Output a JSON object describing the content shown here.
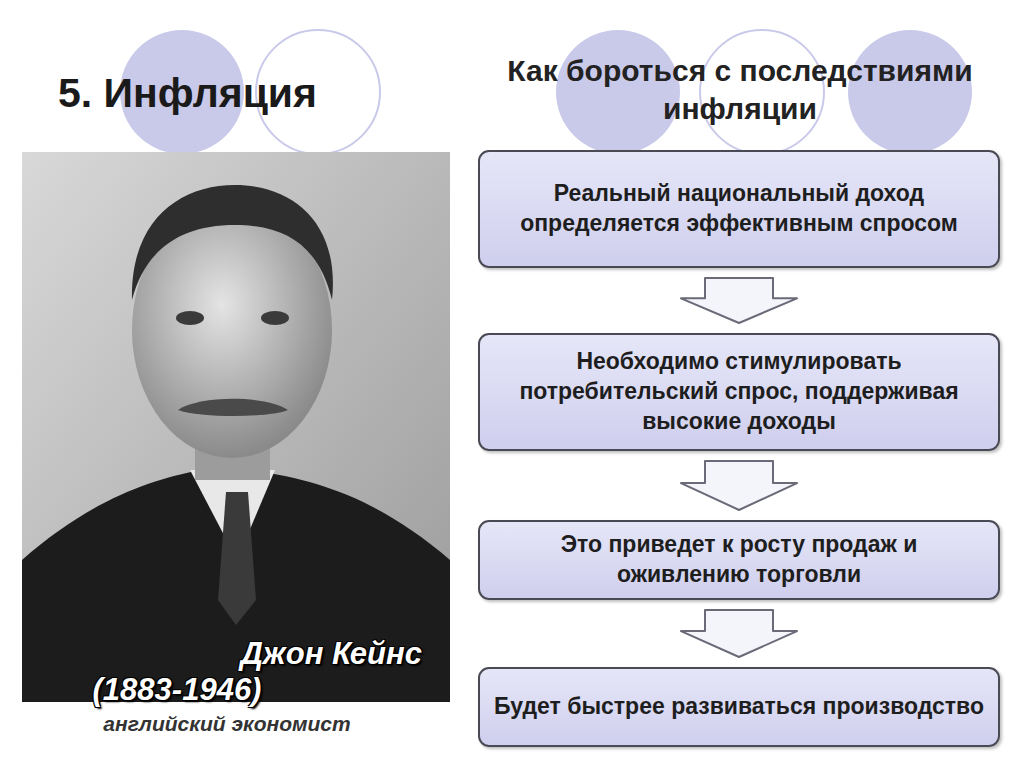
{
  "diagram": {
    "title": "5. Инфляция",
    "nodes": [
      {
        "text": [
          "Реальный национальный доход определяется эффективным спросом"
        ]
      },
      {
        "text": [
          "Необходимо стимулировать потребительский спрос, поддерживая высокие доходы"
        ]
      },
      {
        "text": [
          "Это приведет к росту продаж и оживлению торговли"
        ]
      },
      {
        "text": [
          "Будет быстрее развиваться производство"
        ]
      }
    ],
    "edges": [
      {
        "from": 0,
        "to": 1,
        "arrow": "to"
      },
      {
        "from": 1,
        "to": 2,
        "arrow": "to"
      },
      {
        "from": 2,
        "to": 3,
        "arrow": "to"
      }
    ],
    "labels": [
      "Как бороться с последствиями инфляции",
      "Джон Кейнс",
      "(1883-1946)",
      "английский экономист"
    ]
  }
}
